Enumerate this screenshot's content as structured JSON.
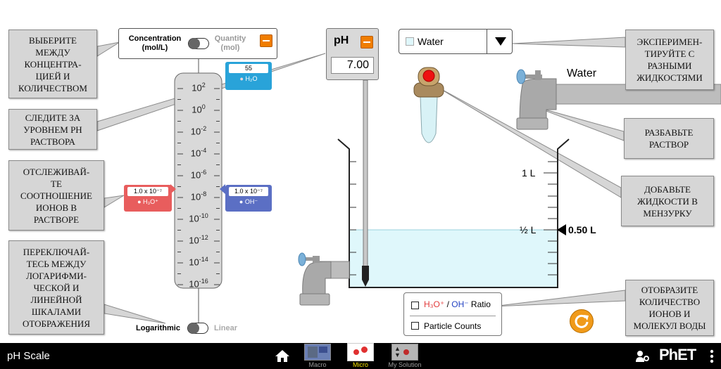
{
  "callouts": {
    "choose": "ВЫБЕРИТЕ\nМЕЖДУ\nКОНЦЕНТРА-\nЦИЕЙ И\nКОЛИЧЕСТВОМ",
    "ph_level": "СЛЕДИТЕ ЗА\nУРОВНЕМ PH\nРАСТВОРА",
    "ratio": "ОТСЛЕЖИВАЙ-\nТЕ\nСООТНОШЕНИЕ\nИОНОВ В\nРАСТВОРЕ",
    "log_lin": "ПЕРЕКЛЮЧАЙ-\nТЕСЬ МЕЖДУ\nЛОГАРИФМИ-\nЧЕСКОЙ И\nЛИНЕЙНОЙ\nШКАЛАМИ\nОТОБРАЖЕНИЯ",
    "experiment": "ЭКСПЕРИМЕН-\nТИРУЙТЕ С\nРАЗНЫМИ\nЖИДКОСТЯМИ",
    "dilute": "РАЗБАВЬТЕ\nРАСТВОР",
    "add": "ДОБАВЬТЕ\nЖИДКОСТИ В\nМЕНЗУРКУ",
    "display": "ОТОБРАЗИТЕ\nКОЛИЧЕСТВО\nИОНОВ И\nМОЛЕКУЛ ВОДЫ"
  },
  "graph": {
    "concentration_label": "Concentration",
    "concentration_unit": "(mol/L)",
    "quantity_label": "Quantity",
    "quantity_unit": "(mol)",
    "ticks": [
      {
        "base": "10",
        "exp": "2"
      },
      {
        "base": "10",
        "exp": "0"
      },
      {
        "base": "10",
        "exp": "-2"
      },
      {
        "base": "10",
        "exp": "-4"
      },
      {
        "base": "10",
        "exp": "-6"
      },
      {
        "base": "10",
        "exp": "-8"
      },
      {
        "base": "10",
        "exp": "-10"
      },
      {
        "base": "10",
        "exp": "-12"
      },
      {
        "base": "10",
        "exp": "-14"
      },
      {
        "base": "10",
        "exp": "-16"
      }
    ],
    "h2o_value": "55",
    "h2o_label": "H₂O",
    "h3o_value": "1.0 x 10⁻⁷",
    "h3o_label": "H₃O⁺",
    "oh_value": "1.0 x 10⁻⁷",
    "oh_label": "OH⁻",
    "logarithmic_label": "Logarithmic",
    "linear_label": "Linear"
  },
  "meter": {
    "label": "pH",
    "value": "7.00"
  },
  "solution": {
    "selected": "Water",
    "faucet_label": "Water"
  },
  "beaker": {
    "mark_1l": "1 L",
    "mark_half": "½ L",
    "volume": "0.50 L"
  },
  "options": {
    "ratio_h3o": "H₃O⁺",
    "ratio_sep": " / ",
    "ratio_oh": "OH⁻",
    "ratio_word": " Ratio",
    "particle_counts": "Particle Counts"
  },
  "navbar": {
    "title": "pH Scale",
    "macro": "Macro",
    "micro": "Micro",
    "my_solution": "My Solution",
    "brand": "PhET"
  },
  "colors": {
    "accent": "#f07d00",
    "h3o": "#e85d5d",
    "oh": "#5b6fc4",
    "h2o": "#29a3d9",
    "water": "#dff7fb",
    "navbar": "#000000",
    "nav_active": "#f7e400"
  },
  "icons": {
    "home": "home-icon",
    "reset": "reset-all-icon",
    "options": "options-menu-icon",
    "keyboard": "keyboard-help-icon",
    "dropdown": "dropdown-triangle-icon"
  }
}
